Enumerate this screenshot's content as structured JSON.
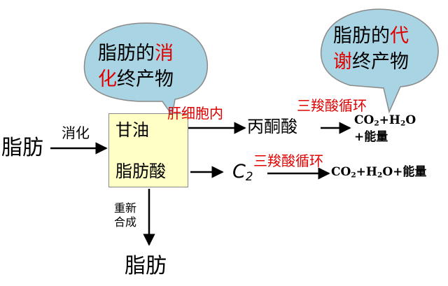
{
  "bubbles": [
    {
      "line1_black": "脂肪的",
      "line1_red": "消",
      "line2_red": "化",
      "line2_black": "终产物"
    },
    {
      "line1_black": "脂肪的",
      "line1_red": "代",
      "line2_red": "谢",
      "line2_black": "终产物"
    }
  ],
  "nodes": {
    "fat_left": "脂肪",
    "glycerol": "甘油",
    "fatty_acid": "脂肪酸",
    "pyruvate": "丙酮酸",
    "c2_main": "C",
    "c2_sub": "2",
    "fat_bottom": "脂肪"
  },
  "labels": {
    "digestion": "消化",
    "liver_cell": "肝细胞内",
    "tca_top": "三羧酸循环",
    "tca_bottom": "三羧酸循环",
    "resynth_line1": "重新",
    "resynth_line2": "合成"
  },
  "products": {
    "top_line1_a": "CO",
    "top_line1_sub1": "2",
    "top_line1_b": "+H",
    "top_line1_sub2": "2",
    "top_line1_c": "O",
    "top_line2": "+能量",
    "bottom_a": "CO",
    "bottom_sub1": "2",
    "bottom_b": "+H",
    "bottom_sub2": "2",
    "bottom_c": "O+能量"
  },
  "colors": {
    "bubble_fill": "#a9d4e3",
    "bubble_stroke": "#8a8a8a",
    "box_fill": "#ffffc6",
    "highlight": "#e00000"
  }
}
